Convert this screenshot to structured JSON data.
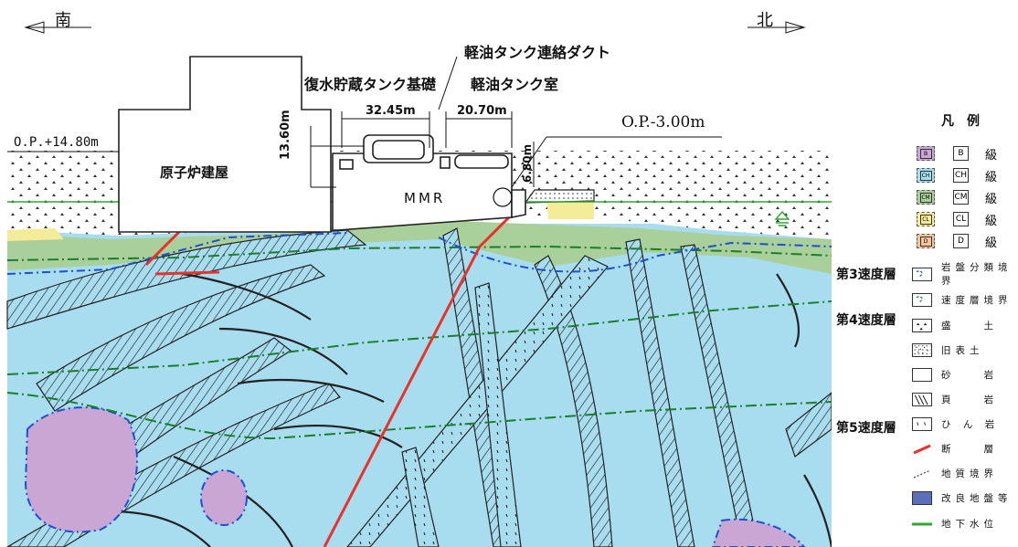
{
  "directions": {
    "south": "南",
    "north": "北"
  },
  "labels": {
    "duct": "軽油タンク連絡ダクト",
    "condensate_tank_base": "復水貯蔵タンク基礎",
    "oil_tank_room": "軽油タンク室",
    "reactor_building": "原子炉建屋",
    "mmr": "MMR",
    "op_left": "O.P.+14.80m",
    "op_right": "O.P.-3.00m",
    "dim_1": "32.45m",
    "dim_2": "20.70m",
    "dim_3": "13.60m",
    "dim_4": "6.80m"
  },
  "layers": {
    "third": "第3速度層",
    "fourth": "第4速度層",
    "fifth": "第5速度層"
  },
  "legend": {
    "title": "凡　例",
    "classes": [
      {
        "icon": "B",
        "code": "B",
        "label": "級",
        "color": "#c9a6d4"
      },
      {
        "icon": "CH",
        "code": "CH",
        "label": "級",
        "color": "#a8dcef"
      },
      {
        "icon": "CM",
        "code": "CM",
        "label": "級",
        "color": "#a9cf9a"
      },
      {
        "icon": "CL",
        "code": "CL",
        "label": "級",
        "color": "#f5ec9a"
      },
      {
        "icon": "D",
        "code": "D",
        "label": "級",
        "color": "#f2c59a"
      }
    ],
    "items": [
      {
        "label": "岩盤分類境界",
        "icon": "rock-boundary-icon"
      },
      {
        "label": "速度層境界",
        "icon": "velocity-boundary-icon"
      },
      {
        "label": "盛　　土",
        "icon": "fill-icon"
      },
      {
        "label": "旧表土",
        "icon": "old-topsoil-icon"
      },
      {
        "label": "砂　　岩",
        "icon": "sandstone-icon"
      },
      {
        "label": "頁　　岩",
        "icon": "shale-icon"
      },
      {
        "label": "ひ ん 岩",
        "icon": "porphyrite-icon"
      },
      {
        "label": "断　　層",
        "icon": "fault-icon"
      },
      {
        "label": "地質境界",
        "icon": "geologic-boundary-icon"
      },
      {
        "label": "改良地盤等",
        "icon": "improved-ground-icon"
      },
      {
        "label": "地下水位",
        "icon": "groundwater-icon"
      }
    ]
  },
  "colors": {
    "sky_blue": "#a8dcef",
    "green": "#a9cf9a",
    "purple": "#c9a6d4",
    "yellow": "#f5ec9a",
    "orange": "#f2c59a",
    "fault_red": "#e8332a",
    "water_green": "#33a532",
    "boundary_blue": "#1f4fd1",
    "velocity_green": "#1a7f2a"
  }
}
